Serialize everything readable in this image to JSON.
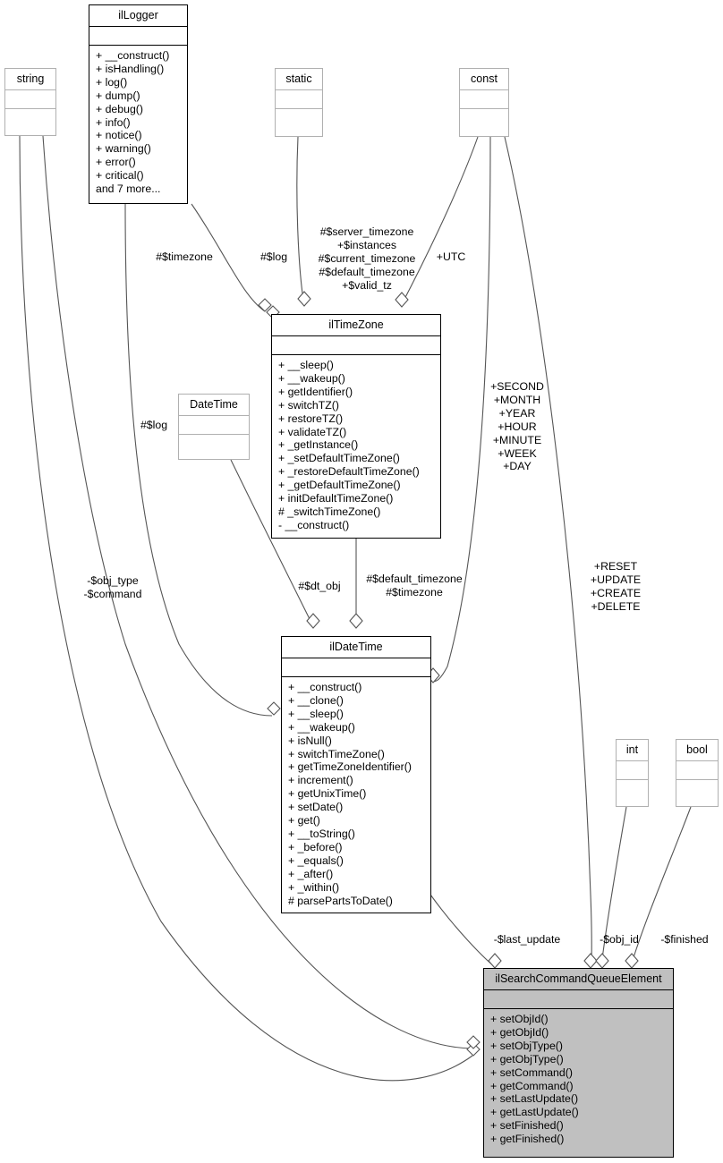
{
  "diagram": {
    "kind": "uml-class-diagram",
    "background": "#ffffff",
    "highlight_color": "#c0c0c0",
    "line_color": "#555555"
  },
  "classes": {
    "string": {
      "name": "string",
      "operations": []
    },
    "ilLogger": {
      "name": "ilLogger",
      "operations": [
        "+ __construct()",
        "+ isHandling()",
        "+ log()",
        "+ dump()",
        "+ debug()",
        "+ info()",
        "+ notice()",
        "+ warning()",
        "+ error()",
        "+ critical()",
        "and 7 more..."
      ]
    },
    "static": {
      "name": "static",
      "operations": []
    },
    "const": {
      "name": "const",
      "operations": []
    },
    "ilTimeZone": {
      "name": "ilTimeZone",
      "operations": [
        "+ __sleep()",
        "+ __wakeup()",
        "+ getIdentifier()",
        "+ switchTZ()",
        "+ restoreTZ()",
        "+ validateTZ()",
        "+ _getInstance()",
        "+ _setDefaultTimeZone()",
        "+ _restoreDefaultTimeZone()",
        "+ _getDefaultTimeZone()",
        "+ initDefaultTimeZone()",
        "# _switchTimeZone()",
        "- __construct()"
      ]
    },
    "DateTime": {
      "name": "DateTime",
      "operations": []
    },
    "ilDateTime": {
      "name": "ilDateTime",
      "operations": [
        "+ __construct()",
        "+ __clone()",
        "+ __sleep()",
        "+ __wakeup()",
        "+ isNull()",
        "+ switchTimeZone()",
        "+ getTimeZoneIdentifier()",
        "+ increment()",
        "+ getUnixTime()",
        "+ setDate()",
        "+ get()",
        "+ __toString()",
        "+ _before()",
        "+ _equals()",
        "+ _after()",
        "+ _within()",
        "# parsePartsToDate()"
      ]
    },
    "int": {
      "name": "int",
      "operations": []
    },
    "bool": {
      "name": "bool",
      "operations": []
    },
    "ilSearchCommandQueueElement": {
      "name": "ilSearchCommandQueueElement",
      "operations": [
        "+ setObjId()",
        "+ getObjId()",
        "+ setObjType()",
        "+ getObjType()",
        "+ setCommand()",
        "+ getCommand()",
        "+ setLastUpdate()",
        "+ getLastUpdate()",
        "+ setFinished()",
        "+ getFinished()"
      ]
    }
  },
  "edge_labels": {
    "logger_to_timezone": "#$timezone",
    "static_log_to_timezone": "#$log",
    "static_fields_to_timezone": "#$server_timezone\n+$instances\n#$current_timezone\n#$default_timezone\n+$valid_tz",
    "const_utc_to_timezone": "+UTC",
    "logger_log_to_datetime": "#$log",
    "datetime_dt_obj": "#$dt_obj",
    "timezone_to_datetime": "#$default_timezone\n#$timezone",
    "const_datetime_consts": "+SECOND\n+MONTH\n+YEAR\n+HOUR\n+MINUTE\n+WEEK\n+DAY",
    "const_queue_consts": "+RESET\n+UPDATE\n+CREATE\n+DELETE",
    "string_to_queue": "-$obj_type\n-$command",
    "datetime_to_queue": "-$last_update",
    "int_to_queue": "-$obj_id",
    "bool_to_queue": "-$finished"
  }
}
